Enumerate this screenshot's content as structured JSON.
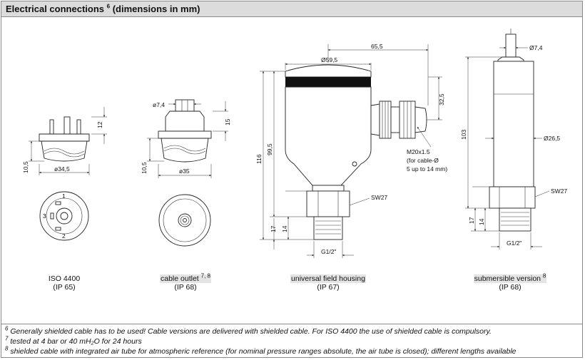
{
  "header": {
    "title": "Electrical connections",
    "title_ref": "6",
    "title_suffix": "(dimensions in mm)"
  },
  "dimensions": {
    "iso_height_pin": "12",
    "iso_height": "10,5",
    "iso_diameter": "ø34,5",
    "cable_diameter": "ø7,4",
    "cable_height_top": "15",
    "cable_height": "10,5",
    "cable_diameter_body": "ø35",
    "housing_diameter": "Ø59,5",
    "housing_width": "65,5",
    "housing_height_total": "116",
    "housing_height": "99,5",
    "housing_gland_height": "32,5",
    "housing_thread_17": "17",
    "housing_thread_14": "14",
    "housing_sw": "SW27",
    "housing_thread": "G1/2\"",
    "gland_label_1": "M20x1.5",
    "gland_label_2": "(for cable-Ø",
    "gland_label_3": "5 up to 14 mm)",
    "sub_cable_diameter": "Ø7,4",
    "sub_height": "103",
    "sub_diameter": "Ø26,5",
    "sub_thread_17": "17",
    "sub_thread_14": "14",
    "sub_sw": "SW27",
    "sub_thread": "G1/2\"",
    "pin_1": "1",
    "pin_2": "2",
    "pin_3": "3"
  },
  "captions": {
    "iso": {
      "line1": "ISO 4400",
      "line2": "(IP 65)"
    },
    "cable": {
      "line1": "cable outlet",
      "ref": "7, 8",
      "line2": "(IP 68)"
    },
    "housing": {
      "line1": "universal field housing",
      "line2": "(IP 67)"
    },
    "submersible": {
      "line1": "submersible version",
      "ref": "8",
      "line2": "(IP 68)"
    }
  },
  "footnotes": [
    {
      "ref": "6",
      "text": "Generally shielded cable has to be used! Cable versions are delivered with shielded cable. For ISO 4400 the use of shielded cable is compulsory."
    },
    {
      "ref": "7",
      "text": "tested at 4 bar or 40 mH₂O for 24 hours"
    },
    {
      "ref": "8",
      "text": "shielded cable with integrated air tube for atmospheric reference (for nominal pressure ranges absolute, the air tube is closed); different lengths available"
    }
  ]
}
